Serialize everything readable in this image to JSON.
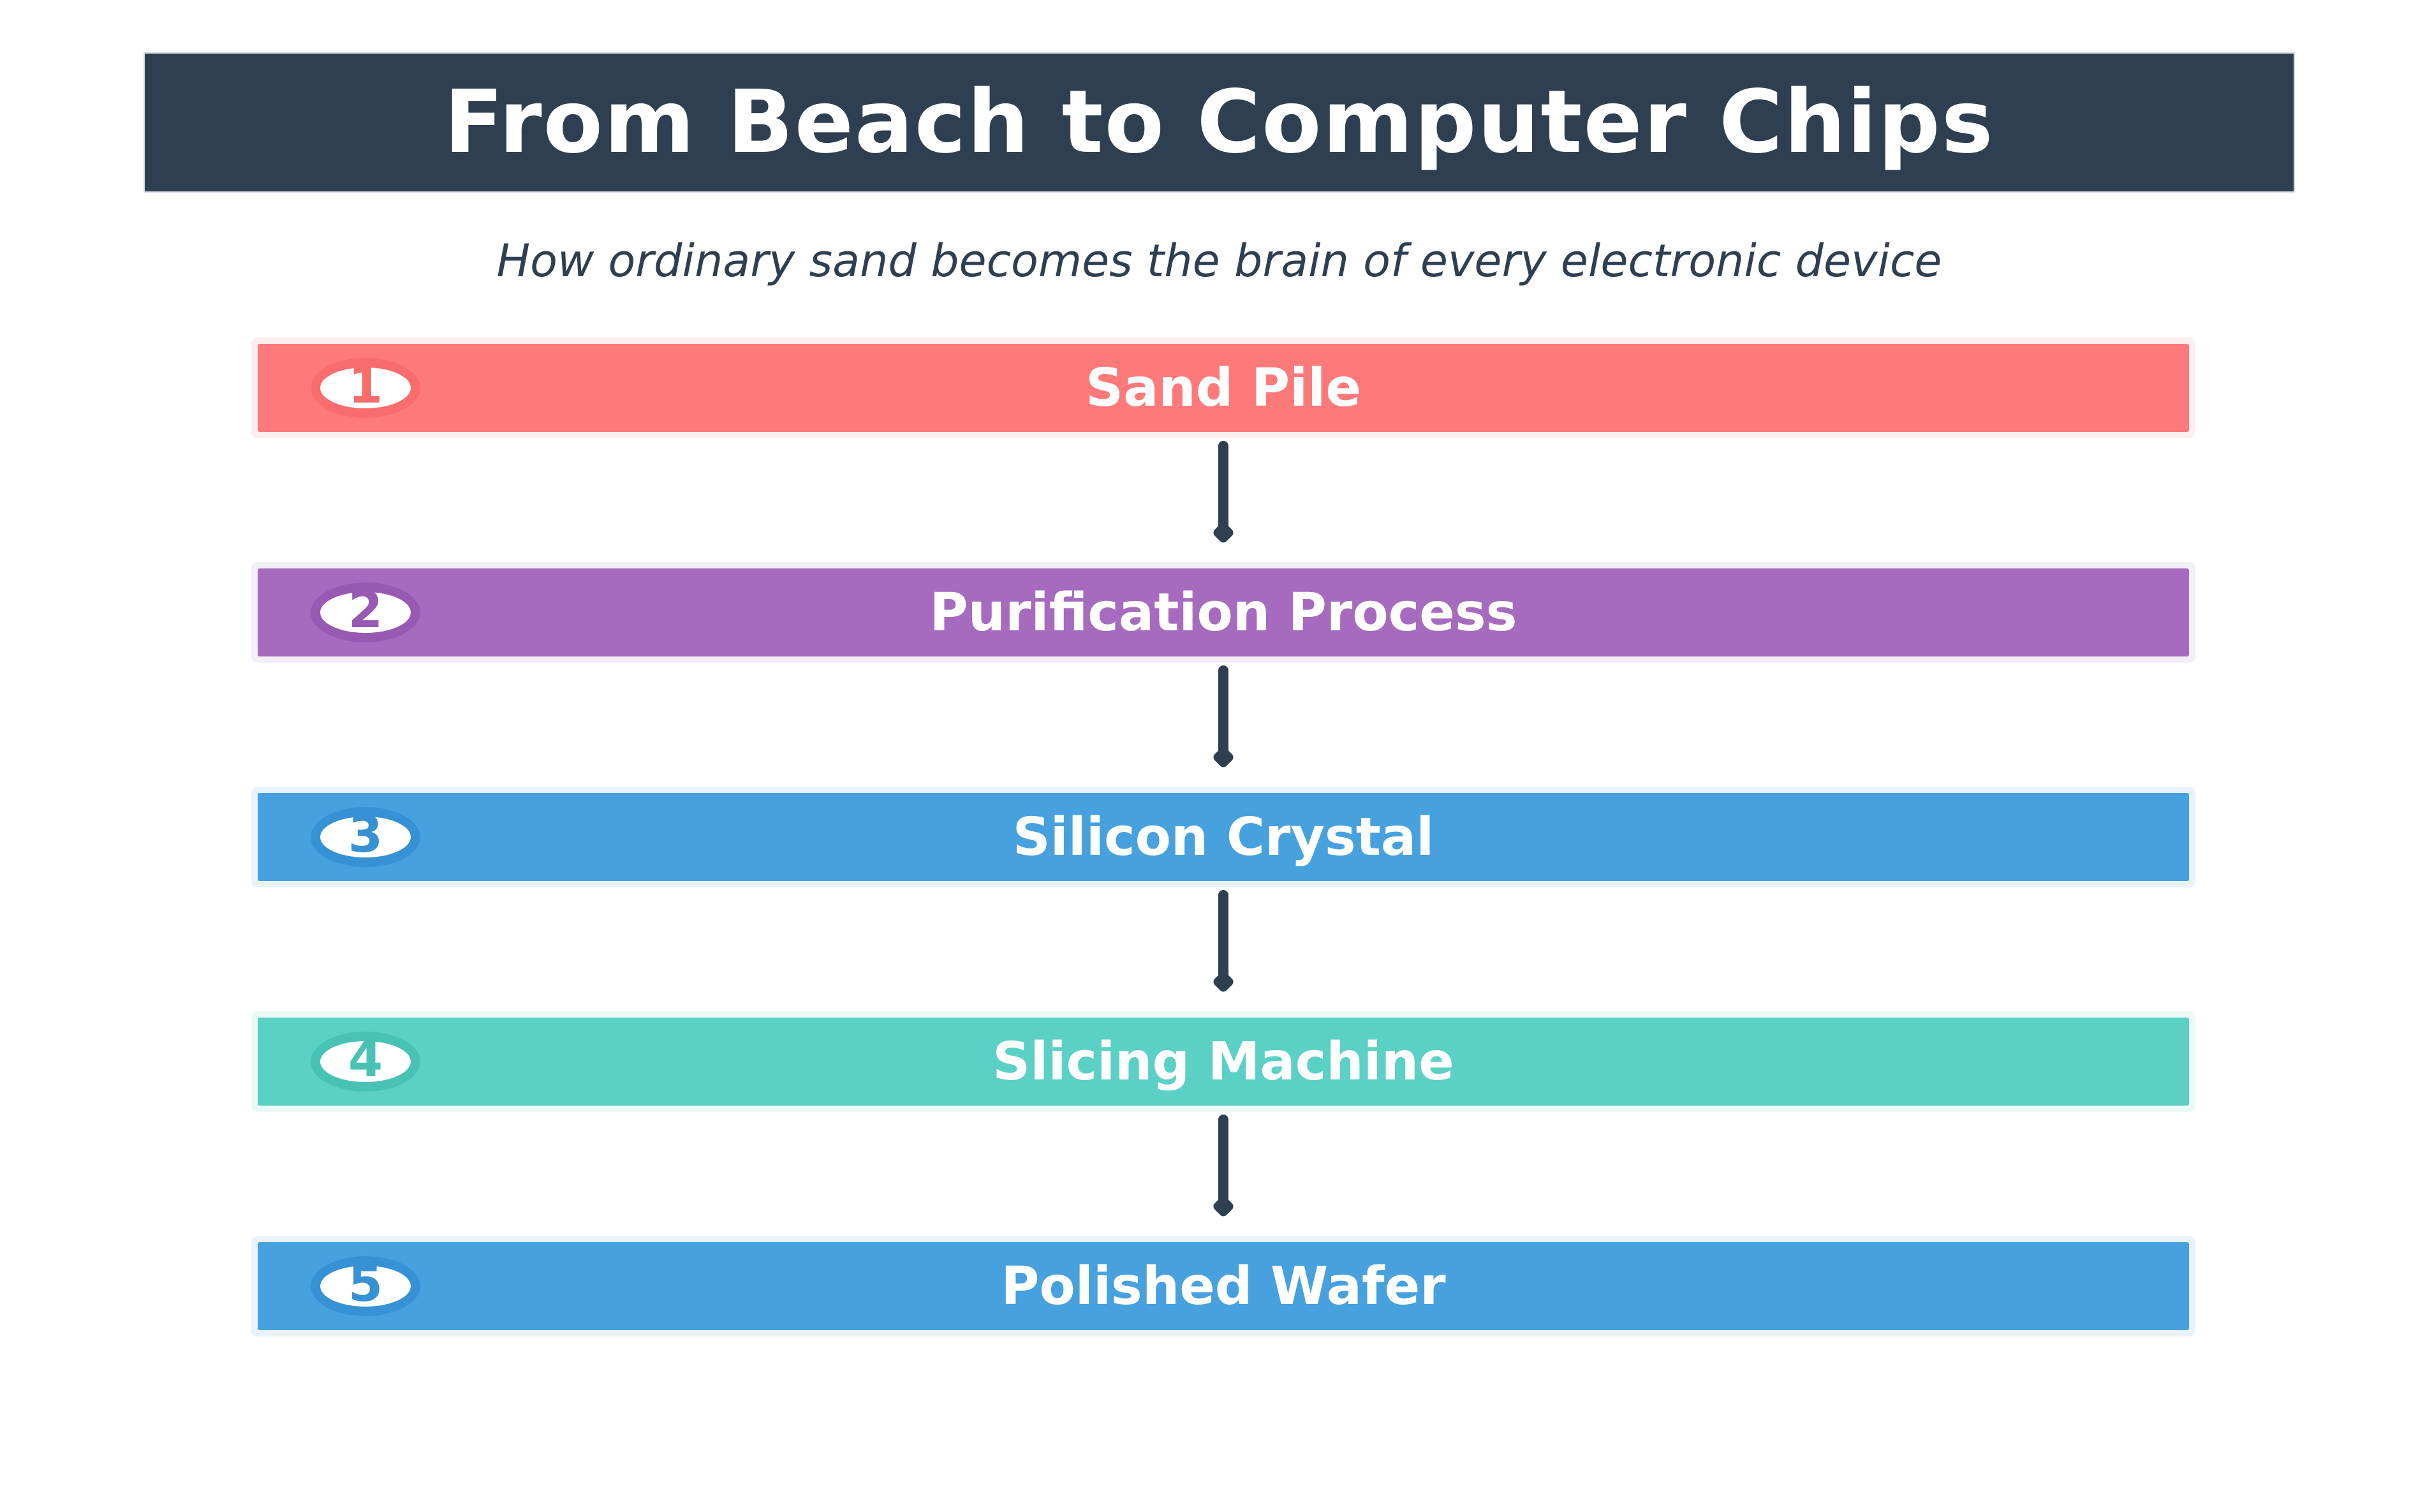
{
  "header": {
    "title": "From Beach to Computer Chips"
  },
  "subtitle": "How ordinary sand becomes the brain of every electronic device",
  "colors": {
    "banner_bg": "#2e3f51",
    "banner_text": "#ffffff",
    "subtitle_text": "#2e3f51",
    "connector": "#2e3f51",
    "page_bg": "#ffffff",
    "badge_bg": "#ffffff",
    "step_text": "#ffffff"
  },
  "steps": [
    {
      "number": "1",
      "label": "Sand Pile",
      "bar_color": "#fe7a7a",
      "ring_color": "#f86c6c",
      "halo_color": "#fdeff0"
    },
    {
      "number": "2",
      "label": "Purification Process",
      "bar_color": "#a66bbf",
      "ring_color": "#9859b3",
      "halo_color": "#f4eef8"
    },
    {
      "number": "3",
      "label": "Silicon Crystal",
      "bar_color": "#46a1de",
      "ring_color": "#3692d4",
      "halo_color": "#eaf3fb"
    },
    {
      "number": "4",
      "label": "Slicing Machine",
      "bar_color": "#5bd0c5",
      "ring_color": "#49c2b6",
      "halo_color": "#ebf9f7"
    },
    {
      "number": "5",
      "label": "Polished Wafer",
      "bar_color": "#46a1de",
      "ring_color": "#3692d4",
      "halo_color": "#eaf3fb"
    }
  ]
}
